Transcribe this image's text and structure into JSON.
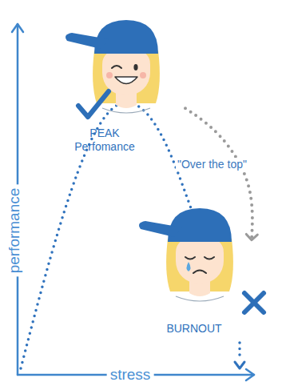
{
  "diagram": {
    "nodes": [
      {
        "text": [
          "PEAK Perfomance"
        ]
      },
      {
        "text": [
          "BURNOUT"
        ]
      }
    ],
    "edges": [
      {
        "from": 0,
        "to": 1,
        "arrow": "to",
        "label": "\"Over the top\""
      }
    ],
    "labels": [
      "performance",
      "stress"
    ]
  }
}
